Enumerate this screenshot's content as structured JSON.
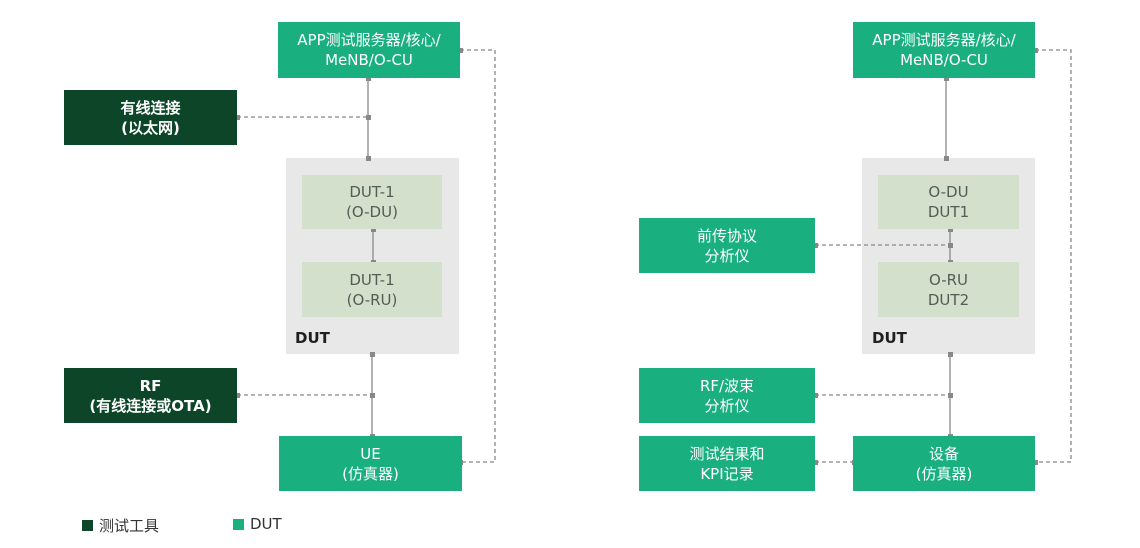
{
  "left": {
    "server": "APP测试服务器/核心/\nMeNB/O-CU",
    "wired": "有线连接\n(以太网)",
    "dut1": "DUT-1\n(O-DU)",
    "dut2": "DUT-1\n(O-RU)",
    "dut_label": "DUT",
    "rf": "RF\n(有线连接或OTA)",
    "ue": "UE\n(仿真器)"
  },
  "right": {
    "server": "APP测试服务器/核心/\nMeNB/O-CU",
    "odu": "O-DU\nDUT1",
    "oru": "O-RU\nDUT2",
    "dut_label": "DUT",
    "fronthaul": "前传协议\n分析仪",
    "rf": "RF/波束\n分析仪",
    "kpi": "测试结果和\nKPI记录",
    "device": "设备\n(仿真器)"
  },
  "legend": {
    "tool": "测试工具",
    "dut": "DUT"
  },
  "colors": {
    "dut_green": "#1aaf7f",
    "tool_dark": "#0d4528",
    "inner_box": "#d3e0cc",
    "dut_area": "#e8e8e8"
  }
}
